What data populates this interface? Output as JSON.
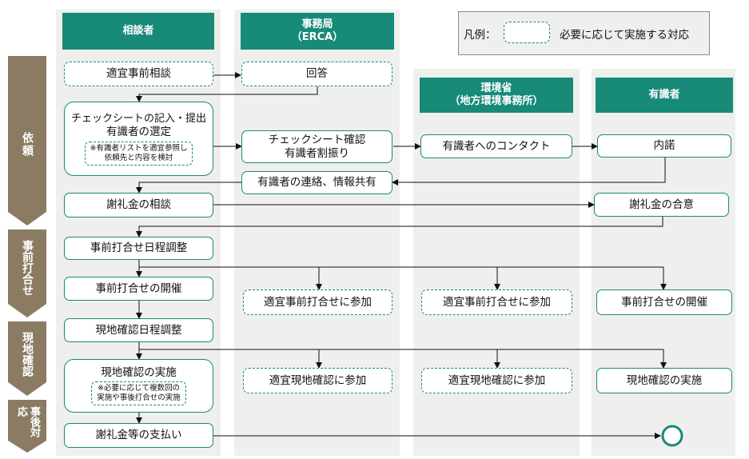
{
  "lanes": {
    "consulter": "相談者",
    "secretariat_line1": "事務局",
    "secretariat_line2": "（ERCA）",
    "moe_line1": "環境省",
    "moe_line2": "（地方環境事務所）",
    "expert": "有識者"
  },
  "legend": {
    "prefix": "凡例：",
    "text": "必要に応じて実施する対応"
  },
  "phases": {
    "request": "依頼",
    "pre_meeting": "事前打合せ",
    "site_check": "現地確認",
    "post": "事後対応"
  },
  "boxes": {
    "consult": "適宜事前相談",
    "answer": "回答",
    "checksheet_line1": "チェックシートの記入・提出",
    "checksheet_line2": "有識者の選定",
    "checksheet_note_line1": "※有識者リストを適宜参照し",
    "checksheet_note_line2": "依頼先と内容を検討",
    "confirm_line1": "チェックシート確認",
    "confirm_line2": "有識者割振り",
    "contact": "有識者へのコンタクト",
    "accept": "内諾",
    "share": "有識者の連絡、情報共有",
    "fee_consult": "謝礼金の相談",
    "fee_agree": "謝礼金の合意",
    "schedule_pre": "事前打合せ日程調整",
    "hold_pre": "事前打合せの開催",
    "join_pre_erca": "適宜事前打合せに参加",
    "join_pre_moe": "適宜事前打合せに参加",
    "hold_pre_expert": "事前打合せの開催",
    "schedule_site": "現地確認日程調整",
    "do_site_line1": "現地確認の実施",
    "do_site_note_line1": "※必要に応じて複数回の",
    "do_site_note_line2": "実施や事後打合せの実施",
    "join_site_erca": "適宜現地確認に参加",
    "join_site_moe": "適宜現地確認に参加",
    "do_site_expert": "現地確認の実施",
    "payment": "謝礼金等の支払い"
  },
  "colors": {
    "accent": "#178a78",
    "lane_bg": "#efefed",
    "phase_bg": "#8a7b62"
  }
}
